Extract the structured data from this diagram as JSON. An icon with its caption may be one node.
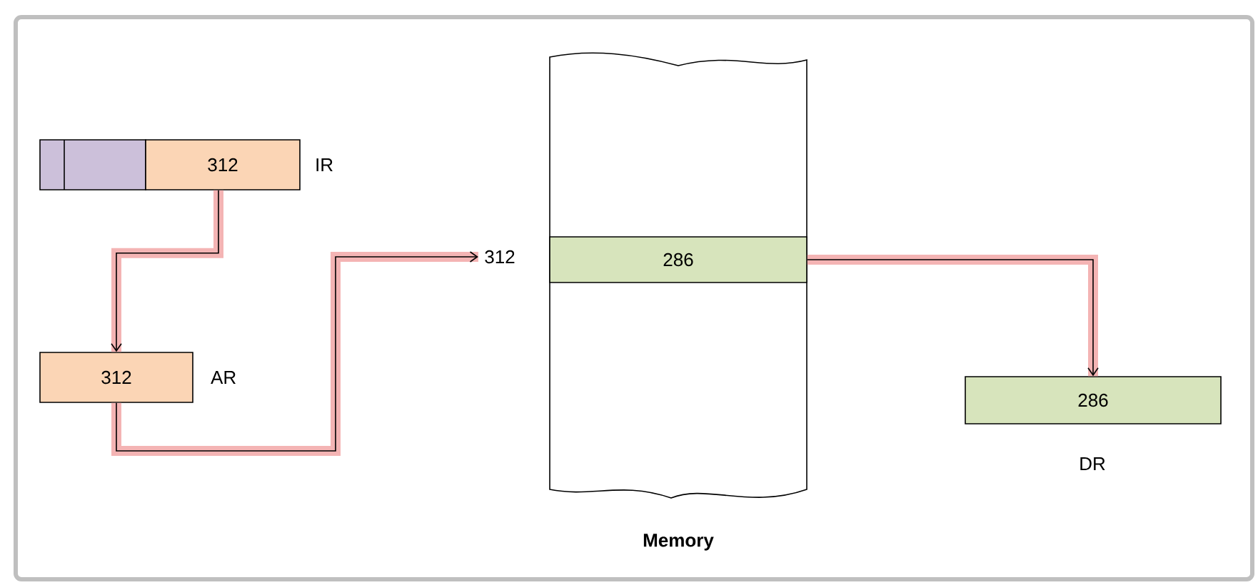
{
  "diagram": {
    "nodes": [
      {
        "text": [
          "312"
        ],
        "beside": [
          "IR"
        ]
      },
      {
        "text": [
          "312"
        ],
        "beside": [
          "AR"
        ]
      },
      {
        "text": [
          "Memory"
        ]
      },
      {
        "text": [
          "312"
        ]
      },
      {
        "text": [
          "286"
        ],
        "in": 2
      },
      {
        "text": [
          "286"
        ],
        "beside": [
          "DR"
        ]
      }
    ],
    "edges": [
      {
        "from": 0,
        "to": 1,
        "arrow": "to"
      },
      {
        "from": 1,
        "to": 3,
        "arrow": "to"
      },
      {
        "from": 4,
        "to": 5,
        "arrow": "to"
      }
    ]
  }
}
